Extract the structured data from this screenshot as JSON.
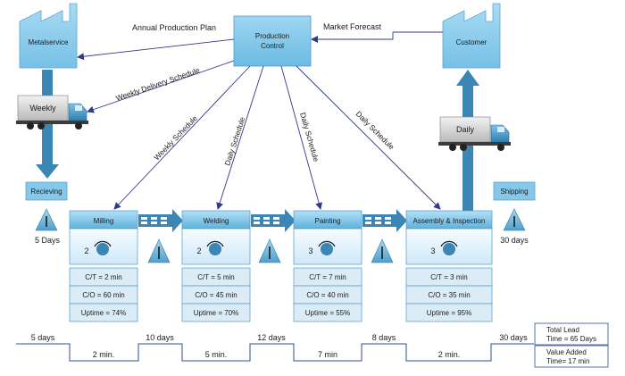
{
  "entities": {
    "supplier": "Metalservice",
    "control": [
      "Production",
      "Control"
    ],
    "customer": "Customer"
  },
  "flows": {
    "annual_plan": "Annual Production Plan",
    "forecast": "Market Forecast",
    "weekly_delivery": "Weekly Delivery Schedule",
    "weekly_schedule": "Weekly Schedule",
    "daily_1": "Daily Schedule",
    "daily_2": "Daily Schedule",
    "daily_3": "Daily Schedule"
  },
  "trucks": {
    "inbound": "Weekly",
    "outbound": "Daily"
  },
  "docks": {
    "receiving": "Recieving",
    "shipping": "Shipping"
  },
  "inventories": [
    {
      "label": "5 Days"
    },
    {
      "label": ""
    },
    {
      "label": ""
    },
    {
      "label": ""
    },
    {
      "label": "30 days"
    }
  ],
  "processes": [
    {
      "name": "Milling",
      "operators": "2",
      "ct": "C/T = 2 min",
      "co": "C/O = 60 min",
      "uptime": "Uptime = 74%"
    },
    {
      "name": "Welding",
      "operators": "2",
      "ct": "C/T = 5 min",
      "co": "C/O = 45 min",
      "uptime": "Uptime = 70%"
    },
    {
      "name": "Painting",
      "operators": "3",
      "ct": "C/T = 7 min",
      "co": "C/O = 40 min",
      "uptime": "Uptime = 55%"
    },
    {
      "name": "Assembly & Inspection",
      "operators": "3",
      "ct": "C/T = 3 min",
      "co": "C/O = 35 min",
      "uptime": "Uptime = 95%"
    }
  ],
  "timeline": {
    "wait": [
      "5 days",
      "10 days",
      "12 days",
      "8 days",
      "30 days"
    ],
    "process": [
      "2 min.",
      "5 min.",
      "7 min",
      "2 min."
    ]
  },
  "summary": {
    "lead_line1": "Total Lead",
    "lead_line2": "Time = 65 Days",
    "value_line1": "Value Added",
    "value_line2": "Time= 17 min"
  },
  "colors": {
    "box": "#87c8ea",
    "box_dark": "#3d8fbd",
    "arrow": "#3b86b5",
    "line": "#2f3a8a"
  }
}
